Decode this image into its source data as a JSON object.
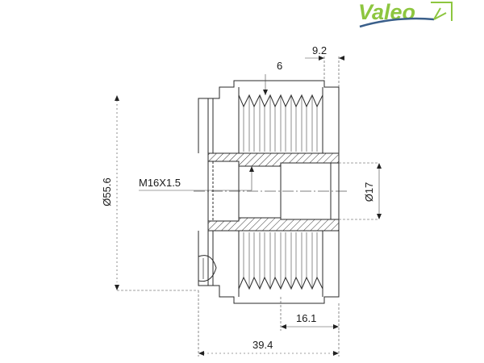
{
  "brand": {
    "logo_text": "Valeo",
    "colors": {
      "text": "#8dc63f",
      "swoosh": "#3a5f8a",
      "box": "#8dc63f"
    }
  },
  "drawing": {
    "colors": {
      "line": "#2a2a2a",
      "hatch": "#333333",
      "dim": "#444444"
    },
    "dimensions": {
      "outer_diameter": "Ø55.6",
      "thread": "M16X1.5",
      "bore_diameter": "Ø17",
      "groove_pitch_count": "6",
      "front_offset": "9.2",
      "pulley_length": "16.1",
      "overall_length": "39.4"
    }
  }
}
